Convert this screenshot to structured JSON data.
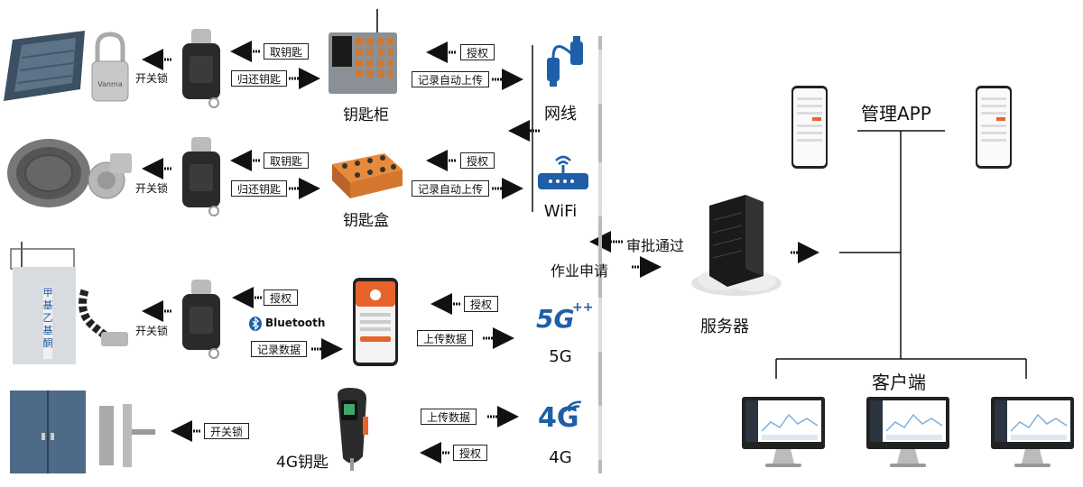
{
  "row1": {
    "device_label": "开关锁",
    "take_key": "取钥匙",
    "return_key": "归还钥匙",
    "cabinet_label": "钥匙柜",
    "authorize": "授权",
    "auto_upload": "记录自动上传",
    "lock_brand": "Vanma"
  },
  "row2": {
    "device_label": "开关锁",
    "take_key": "取钥匙",
    "return_key": "归还钥匙",
    "box_label": "钥匙盒",
    "authorize": "授权",
    "auto_upload": "记录自动上传"
  },
  "row3": {
    "device_label": "开关锁",
    "authorize_left": "授权",
    "bluetooth": "Bluetooth",
    "record_data": "记录数据",
    "authorize_right": "授权",
    "upload_data": "上传数据",
    "tower_text": "甲基乙基酮"
  },
  "row4": {
    "switch_lock": "开关锁",
    "key_label": "4G钥匙",
    "upload_data": "上传数据",
    "authorize": "授权"
  },
  "networks": {
    "wired": "网线",
    "wifi": "WiFi",
    "fiveg": "5G",
    "fourg": "4G",
    "fiveg_logo": "5G",
    "fourg_logo": "4G"
  },
  "center": {
    "approval": "审批通过",
    "application": "作业申请",
    "server": "服务器"
  },
  "right": {
    "admin_app": "管理APP",
    "client": "客户端"
  },
  "colors": {
    "arrow": "#111111",
    "net_blue": "#1f5fa8",
    "orange": "#e8632b",
    "rail": "#b5b5b5"
  }
}
